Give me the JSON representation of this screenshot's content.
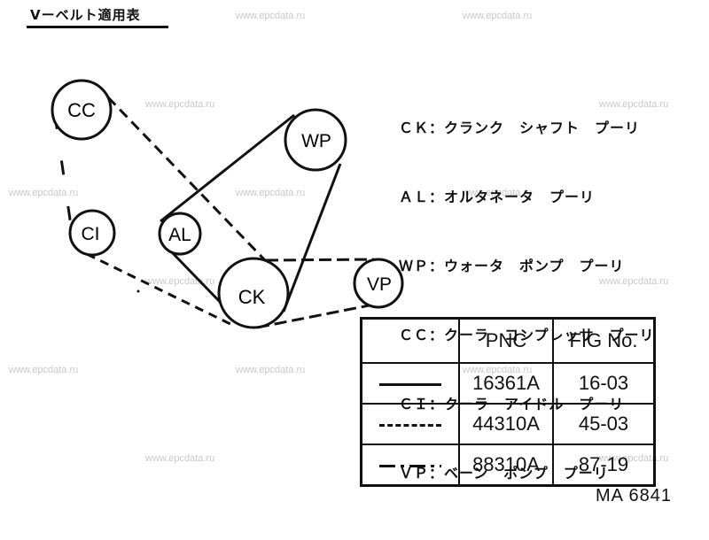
{
  "title": "Vーベルト適用表",
  "watermark": "www.epcdata.ru",
  "pulleys": {
    "cc": "CC",
    "ci": "CI",
    "al": "AL",
    "wp": "WP",
    "ck": "CK",
    "vp": "VP"
  },
  "legend": [
    "ＣＫ：クランク　シャフト　プーリ",
    "ＡＬ：オルタネータ　プーリ",
    "ＷＰ：ウォータ　ポンプ　プーリ",
    "ＣＣ：クーラ　コンプレッサ　プーリ",
    "ＣＩ：クーラ　アイドル　プーリ",
    "ＶＰ：ベーン　ポンプ　プーリ"
  ],
  "table": {
    "headers": [
      "",
      "PNC",
      "FIG No."
    ],
    "rows": [
      {
        "line_style": "solid",
        "pnc": "16361A",
        "fig": "16-03"
      },
      {
        "line_style": "dashed",
        "pnc": "44310A",
        "fig": "45-03"
      },
      {
        "line_style": "dash-dot",
        "pnc": "88310A",
        "fig": "87-19"
      }
    ]
  },
  "footer": "MA 6841"
}
